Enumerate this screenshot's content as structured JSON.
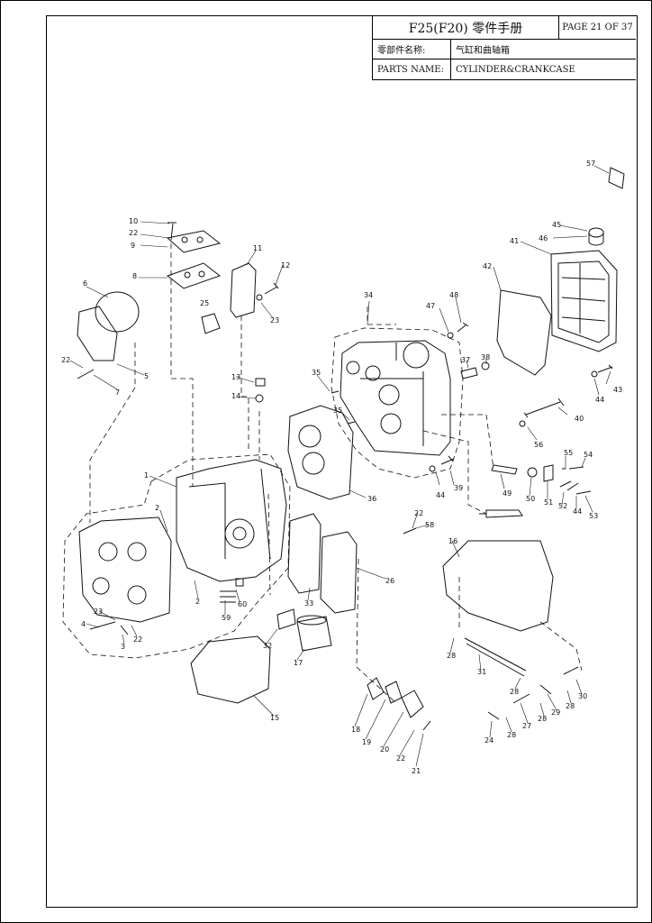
{
  "header": {
    "model_title": "F25(F20) 零件手册",
    "page": "PAGE 21 OF 37",
    "cn_label": "零部件名称:",
    "cn_value": "气缸和曲轴箱",
    "en_label": "PARTS NAME:",
    "en_value": "CYLINDER&CRANKCASE"
  },
  "diagram": {
    "callouts": [
      "57",
      "45",
      "46",
      "41",
      "42",
      "43",
      "44",
      "40",
      "56",
      "34",
      "47",
      "48",
      "37",
      "38",
      "35",
      "35",
      "36",
      "39",
      "44",
      "49",
      "50",
      "51",
      "55",
      "54",
      "52",
      "44",
      "53",
      "10",
      "22",
      "9",
      "8",
      "11",
      "12",
      "23",
      "6",
      "25",
      "5",
      "22",
      "7",
      "13",
      "14",
      "1",
      "2",
      "2",
      "60",
      "59",
      "23",
      "4",
      "3",
      "22",
      "22",
      "58",
      "26",
      "33",
      "32",
      "17",
      "15",
      "16",
      "28",
      "31",
      "28",
      "29",
      "28",
      "27",
      "28",
      "28",
      "30",
      "24",
      "18",
      "19",
      "20",
      "22",
      "21"
    ]
  }
}
